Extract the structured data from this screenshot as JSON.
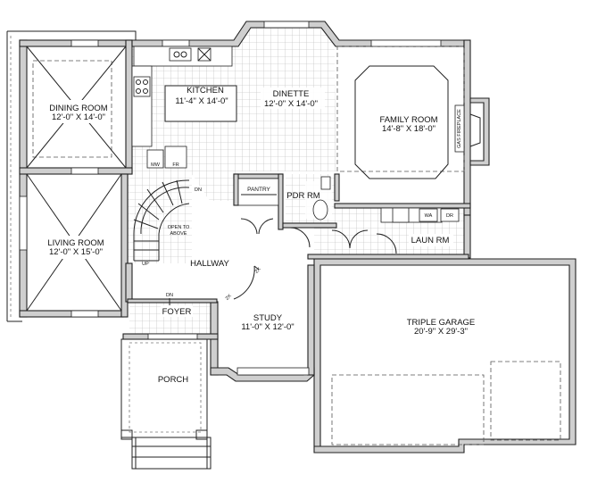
{
  "rooms": {
    "dining_room": {
      "name": "DINING ROOM",
      "dims": "12'-0\" X 14'-0\""
    },
    "kitchen": {
      "name": "KITCHEN",
      "dims": "11'-4\" X 14'-0\""
    },
    "dinette": {
      "name": "DINETTE",
      "dims": "12'-0\" X 14'-0\""
    },
    "family_room": {
      "name": "FAMILY ROOM",
      "dims": "14'-8\" X 18'-0\""
    },
    "living_room": {
      "name": "LIVING ROOM",
      "dims": "12'-0\" X 15'-0\""
    },
    "pdr_rm": {
      "name": "PDR RM"
    },
    "pantry": {
      "name": "PANTRY"
    },
    "laun_rm": {
      "name": "LAUN RM"
    },
    "hallway": {
      "name": "HALLWAY"
    },
    "foyer": {
      "name": "FOYER"
    },
    "study": {
      "name": "STUDY",
      "dims": "11'-0\" X 12'-0\""
    },
    "triple_garage": {
      "name": "TRIPLE GARAGE",
      "dims": "20'-9\" X 29'-3\""
    },
    "porch": {
      "name": "PORCH"
    }
  },
  "annotations": {
    "open_to_above": "OPEN TO\nABOVE",
    "open_to_above_l1": "OPEN TO",
    "open_to_above_l2": "ABOVE",
    "stair_dn": "DN",
    "stair_up": "UP",
    "foyer_dn": "DN",
    "gas_fireplace": "GAS FIREPLACE",
    "mw": "MW",
    "fr": "FR",
    "wa": "WA",
    "dr": "DR",
    "door_marks": [
      "2X",
      "2X"
    ]
  }
}
